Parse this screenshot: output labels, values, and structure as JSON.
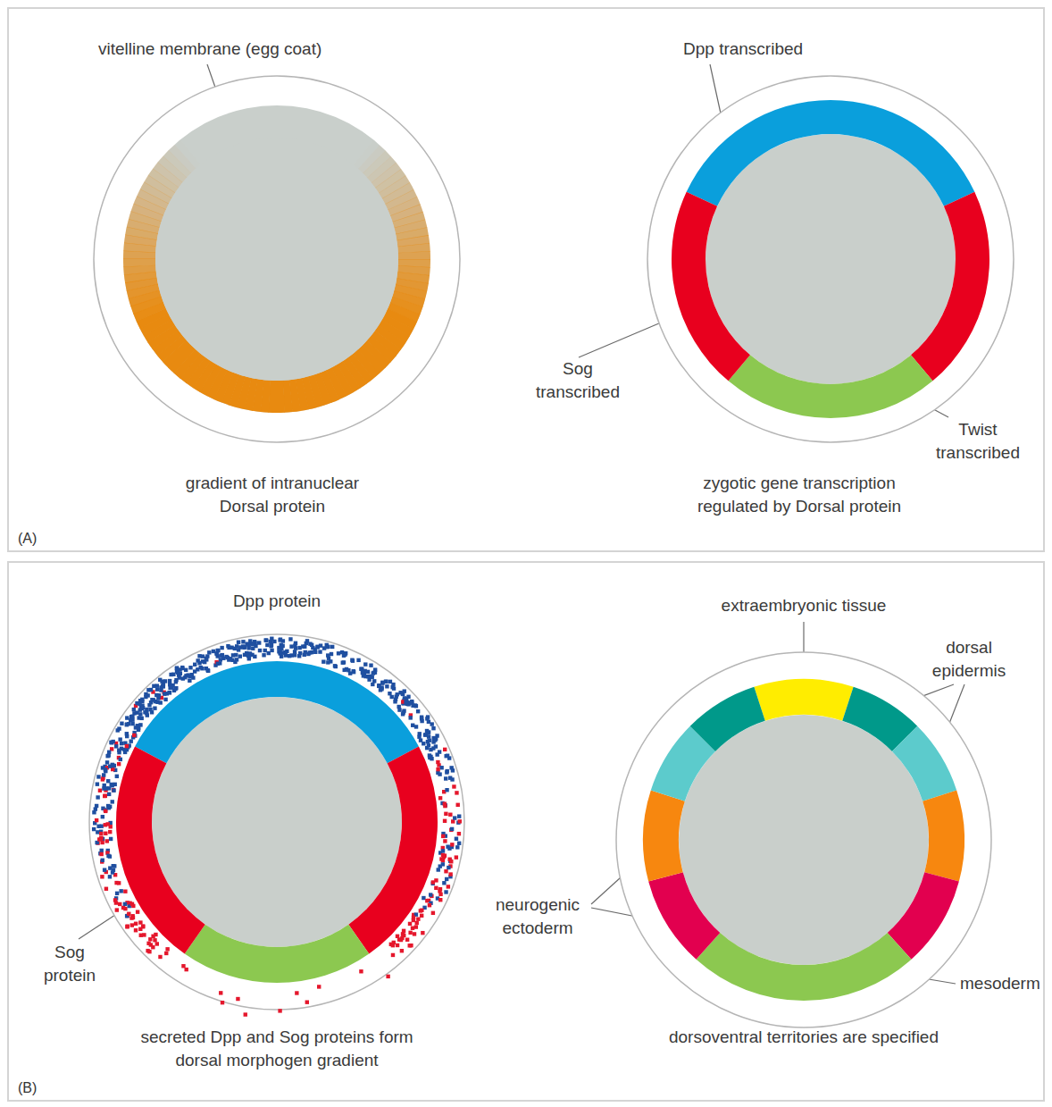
{
  "diagram": {
    "nodes": [
      {
        "text": [
          "(A)"
        ]
      },
      {
        "text": [
          "(B)"
        ]
      }
    ],
    "labels": [
      "vitelline membrane (egg coat)",
      "gradient of intranuclear Dorsal protein",
      "Dpp transcribed",
      "Sog transcribed",
      "Twist transcribed",
      "zygotic gene transcription regulated by Dorsal protein",
      "Dpp protein",
      "Sog protein",
      "secreted Dpp and Sog proteins form dorsal morphogen gradient",
      "extraembryonic tissue",
      "dorsal epidermis",
      "neurogenic ectoderm",
      "mesoderm",
      "dorsoventral territories are specified"
    ]
  }
}
